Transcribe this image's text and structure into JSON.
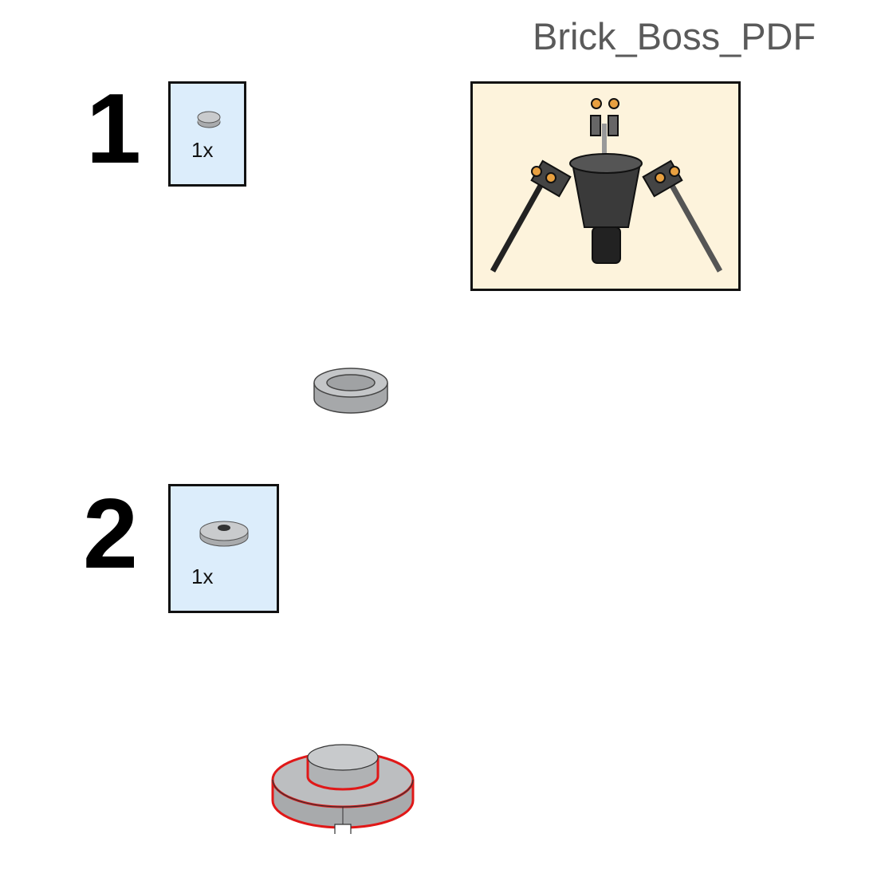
{
  "watermark": "Brick_Boss_PDF",
  "steps": [
    {
      "number": "1",
      "parts": [
        {
          "quantity": "1x",
          "part": "round-tile-2x2-hollow"
        }
      ]
    },
    {
      "number": "2",
      "parts": [
        {
          "quantity": "1x",
          "part": "round-plate-2x2-with-stud"
        }
      ]
    }
  ],
  "colors": {
    "parts_box": "#dcedfb",
    "preview_box": "#fdf3dc",
    "part_gray": "#b4b6b8",
    "highlight": "#e01818"
  }
}
